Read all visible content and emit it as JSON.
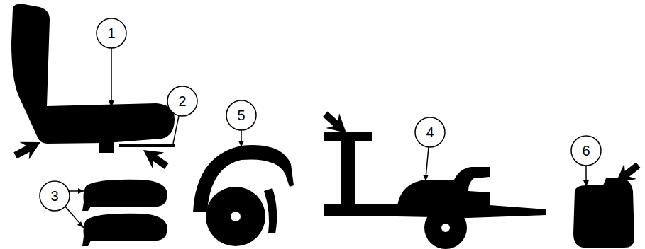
{
  "diagram": {
    "labels": [
      "1",
      "2",
      "3",
      "5",
      "4",
      "6"
    ]
  }
}
